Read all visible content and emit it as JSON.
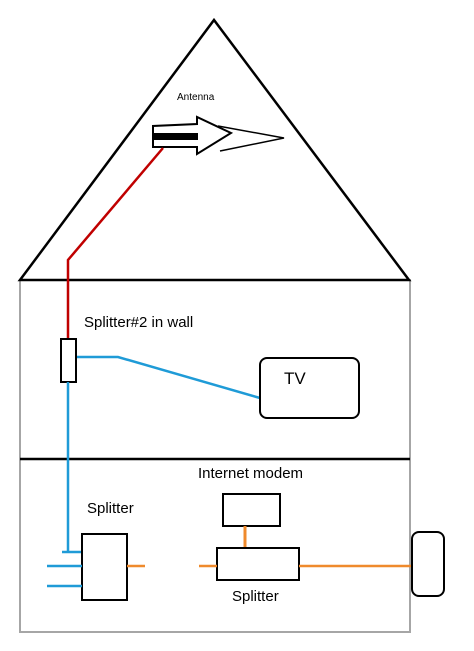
{
  "labels": {
    "antenna": "Antenna",
    "splitter2": "Splitter#2 in wall",
    "tv": "TV",
    "internet_modem": "Internet modem",
    "splitter_left": "Splitter",
    "splitter_right": "Splitter"
  },
  "colors": {
    "outline": "#000000",
    "house_wall": "#a6a6a6",
    "coax_red": "#c00000",
    "coax_blue": "#1f9bd7",
    "coax_orange": "#ef8a2c"
  },
  "icons": {
    "antenna": "arrow-shaped-antenna-icon"
  }
}
